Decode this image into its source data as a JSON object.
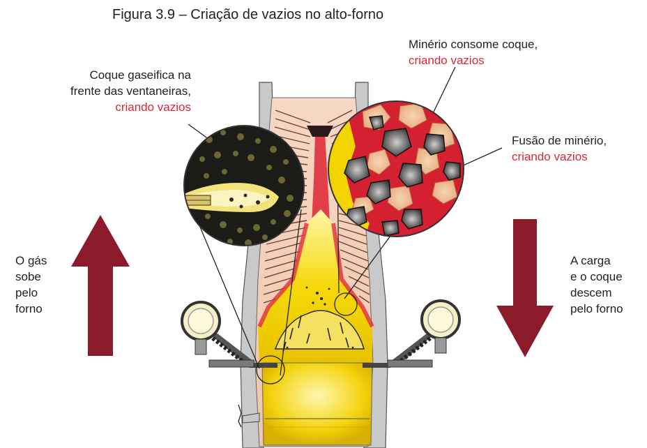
{
  "title": "Figura 3.9 – Criação de vazios no alto-forno",
  "labels": {
    "coke_gasifies": {
      "line1": "Coque gaseifica na",
      "line2": "frente das ventaneiras,",
      "highlight": "criando vazios"
    },
    "ore_consumes": {
      "line1": "Minério consome coque,",
      "highlight": "criando vazios"
    },
    "ore_melting": {
      "line1": "Fusão de minério,",
      "highlight": "criando vazios"
    },
    "gas_rises": [
      "O gás",
      "sobe",
      "pelo",
      "forno"
    ],
    "burden_descends": [
      "A carga",
      "e o coque",
      "descem",
      "pelo forno"
    ]
  },
  "colors": {
    "highlight_text": "#d8273a",
    "arrow": "#8b1a2b",
    "furnace_wall": "#c8c8c8",
    "molten": "#f2d400",
    "cohesive_zone": "#e0303c"
  },
  "icons": {
    "up_arrow": "arrow-up-icon",
    "down_arrow": "arrow-down-icon",
    "tuyere_left": "tuyere-icon",
    "tuyere_right": "tuyere-icon"
  }
}
